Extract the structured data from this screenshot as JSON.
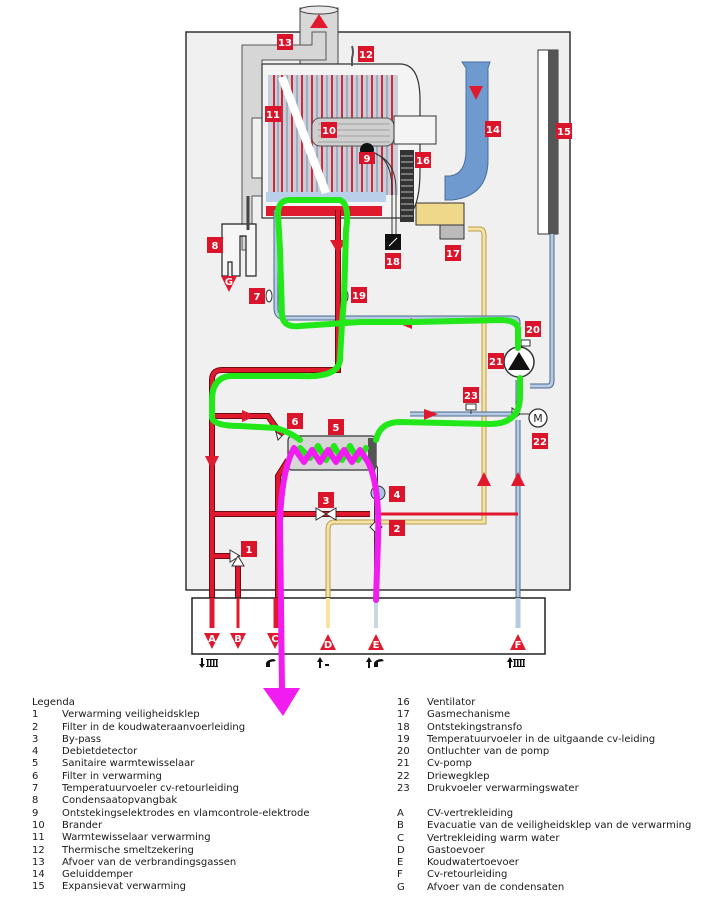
{
  "colors": {
    "hot_red": "#e0192f",
    "return_blue": "#a9c3e0",
    "gas_yellow": "#f0d88a",
    "housing_bg": "#f0f0f0",
    "outline": "#222222",
    "label_bg": "#d9142b",
    "annotation_green": "#22e81a",
    "annotation_magenta": "#f01cf0",
    "silencer_blue": "#5a8fcb"
  },
  "diagram": {
    "component_labels": [
      "1",
      "2",
      "3",
      "4",
      "5",
      "6",
      "7",
      "8",
      "9",
      "10",
      "11",
      "12",
      "13",
      "14",
      "15",
      "16",
      "17",
      "18",
      "19",
      "20",
      "21",
      "22",
      "23"
    ],
    "connection_labels": [
      "A",
      "B",
      "C",
      "D",
      "E",
      "F",
      "G"
    ],
    "valve_motor_symbol": "M"
  },
  "legend": {
    "title": "Legenda",
    "components": [
      {
        "key": "1",
        "label": "Verwarming veiligheidsklep"
      },
      {
        "key": "2",
        "label": "Filter in de koudwateraanvoerleiding"
      },
      {
        "key": "3",
        "label": "By-pass"
      },
      {
        "key": "4",
        "label": "Debietdetector"
      },
      {
        "key": "5",
        "label": "Sanitaire warmtewisselaar"
      },
      {
        "key": "6",
        "label": "Filter in verwarming"
      },
      {
        "key": "7",
        "label": "Temperatuurvoeler cv-retourleiding"
      },
      {
        "key": "8",
        "label": "Condensaatopvangbak"
      },
      {
        "key": "9",
        "label": "Ontstekingselektrodes en vlamcontrole-elektrode"
      },
      {
        "key": "10",
        "label": "Brander"
      },
      {
        "key": "11",
        "label": "Warmtewisselaar verwarming"
      },
      {
        "key": "12",
        "label": "Thermische smeltzekering"
      },
      {
        "key": "13",
        "label": "Afvoer van de verbrandingsgassen"
      },
      {
        "key": "14",
        "label": "Geluiddemper"
      },
      {
        "key": "15",
        "label": "Expansievat verwarming"
      },
      {
        "key": "16",
        "label": "Ventilator"
      },
      {
        "key": "17",
        "label": "Gasmechanisme"
      },
      {
        "key": "18",
        "label": "Ontstekingstransfo"
      },
      {
        "key": "19",
        "label": "Temperatuurvoeler in de uitgaande cv-leiding"
      },
      {
        "key": "20",
        "label": "Ontluchter van de pomp"
      },
      {
        "key": "21",
        "label": "Cv-pomp"
      },
      {
        "key": "22",
        "label": "Driewegklep"
      },
      {
        "key": "23",
        "label": "Drukvoeler verwarmingswater"
      }
    ],
    "connections": [
      {
        "key": "A",
        "label": "CV-vertrekleiding"
      },
      {
        "key": "B",
        "label": "Evacuatie van de veiligheidsklep van de verwarming"
      },
      {
        "key": "C",
        "label": "Vertrekleiding warm water"
      },
      {
        "key": "D",
        "label": "Gastoevoer"
      },
      {
        "key": "E",
        "label": "Koudwatertoevoer"
      },
      {
        "key": "F",
        "label": "Cv-retourleiding"
      },
      {
        "key": "G",
        "label": "Afvoer van de condensaten"
      }
    ]
  }
}
